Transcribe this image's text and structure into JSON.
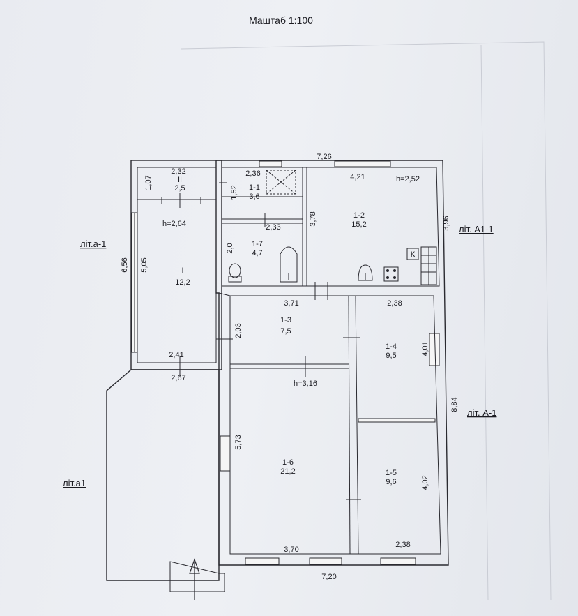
{
  "title": "Маштаб 1:100",
  "literals": {
    "a_minus1": "літ.а-1",
    "A1_minus1": "літ. А1-1",
    "A_minus1": "літ. А-1",
    "a1": "літ.а1"
  },
  "dimensions": {
    "top_total": "7,26",
    "bottom_total": "7,20",
    "right_upper": "3,96",
    "right_total": "8,84",
    "left_outer": "6,56",
    "left_inner": "5,05",
    "porch_top": "2,32",
    "porch_left": "1,07",
    "room_1_1_width": "2,36",
    "room_1_1_height": "1,52",
    "room_1_7_width": "2,33",
    "room_1_7_height": "2,0",
    "room_1_2_width": "4,21",
    "room_1_2_height": "3,78",
    "room_I_bottom": "2,41",
    "room_I_outer_bottom": "2,67",
    "room_1_3_width": "3,71",
    "room_1_3_height": "2,03",
    "room_1_4_width": "2,38",
    "room_1_4_height": "4,01",
    "room_1_6_height": "5,73",
    "room_1_6_width": "3,70",
    "room_1_5_width": "2,38",
    "room_1_5_height": "4,02"
  },
  "heights": {
    "h_1_2": "h=2,52",
    "h_I": "h=2,64",
    "h_core": "h=3,16"
  },
  "rooms": [
    {
      "id": "II",
      "area": "2,5"
    },
    {
      "id": "1-1",
      "area": "3,6"
    },
    {
      "id": "1-2",
      "area": "15,2"
    },
    {
      "id": "1-7",
      "area": "4,7"
    },
    {
      "id": "I",
      "area": "12,2"
    },
    {
      "id": "1-3",
      "area": "7,5"
    },
    {
      "id": "1-4",
      "area": "9,5"
    },
    {
      "id": "1-6",
      "area": "21,2"
    },
    {
      "id": "1-5",
      "area": "9,6"
    }
  ],
  "stove_label": "К"
}
